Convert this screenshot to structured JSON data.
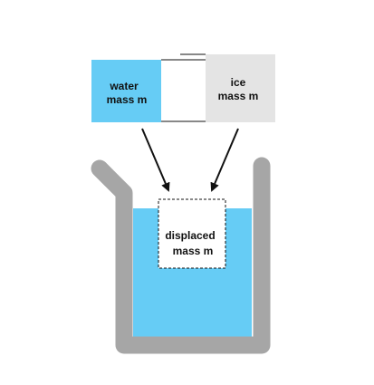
{
  "colors": {
    "water": "#66ccf5",
    "ice": "#e4e4e4",
    "beaker": "#a6a6a6",
    "ink": "#111111",
    "background": "#ffffff"
  },
  "blocks": {
    "water": {
      "line1": "water",
      "line2": "mass m"
    },
    "ice": {
      "line1": "ice",
      "line2": "mass m"
    },
    "displaced": {
      "line1": "displaced",
      "line2": "mass m"
    }
  },
  "icons": {
    "arrows": "arrow-down-icon",
    "beaker": "beaker-icon"
  }
}
